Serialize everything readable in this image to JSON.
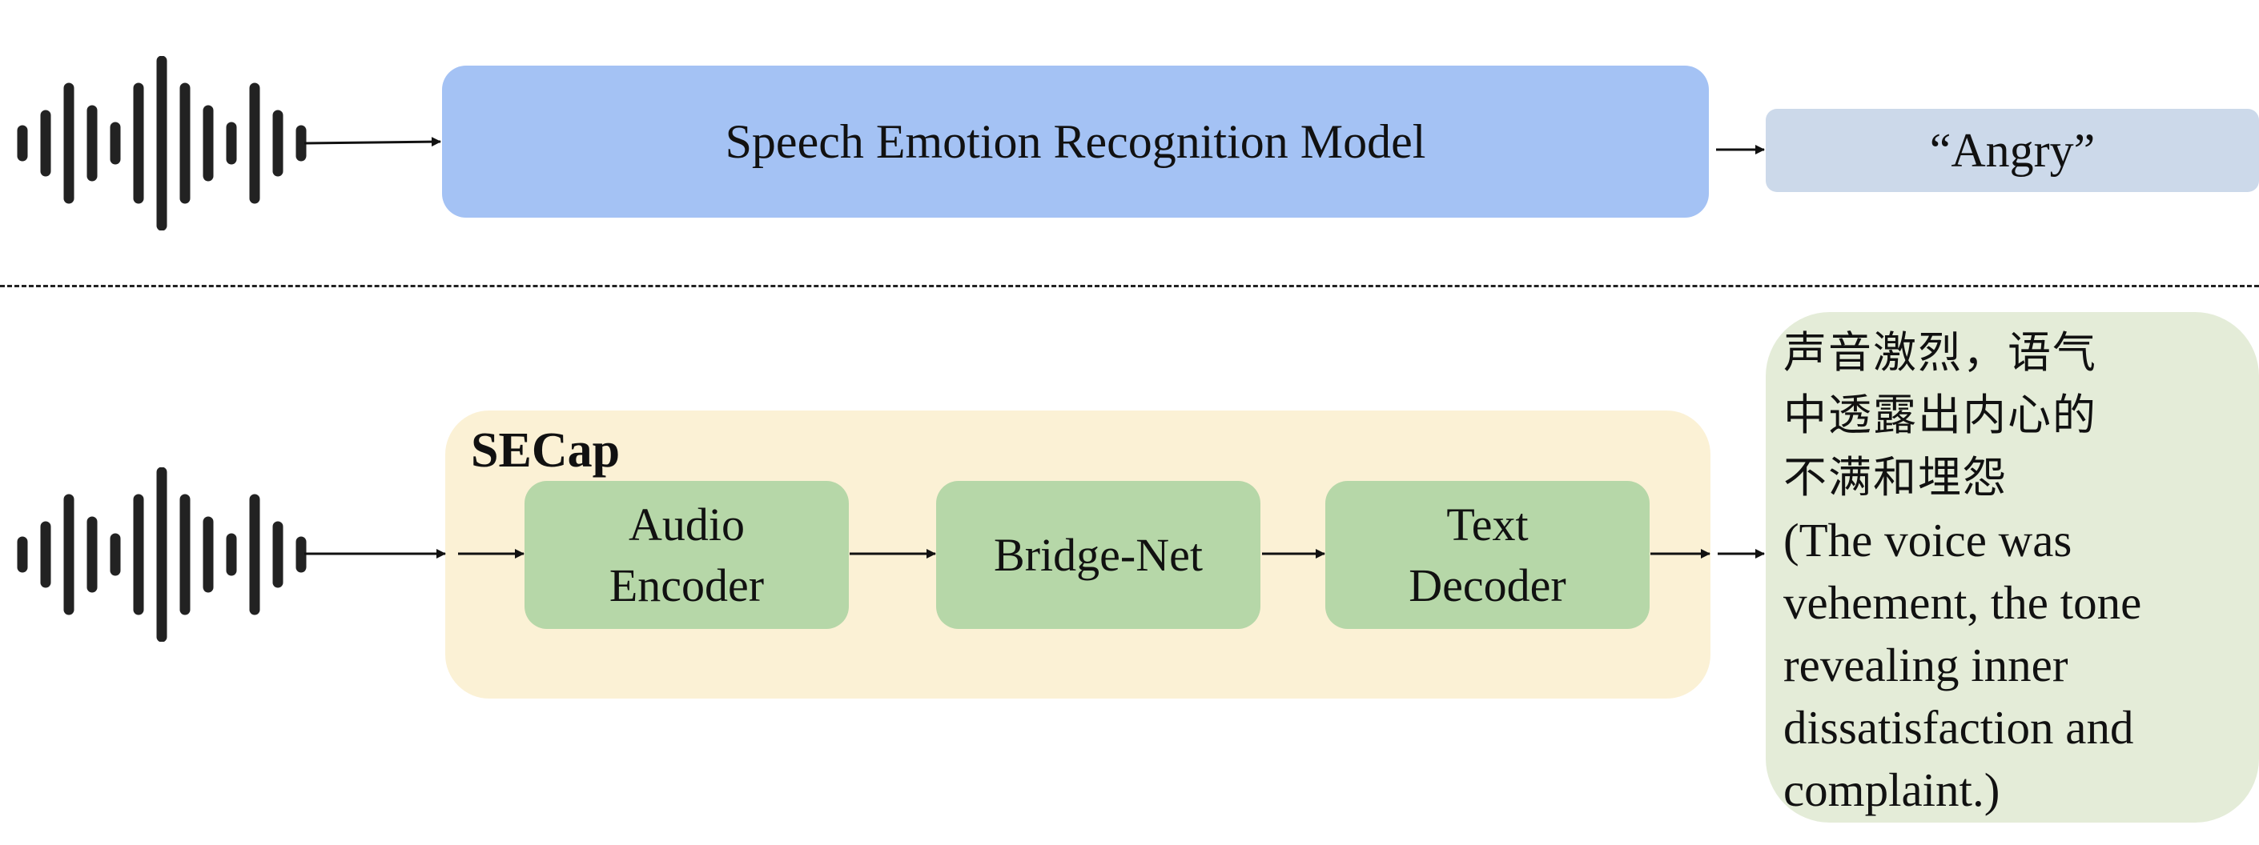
{
  "top_row": {
    "model_label": "Speech Emotion Recognition Model",
    "output_label": "“Angry”"
  },
  "bottom_row": {
    "container_label": "SECap",
    "modules": [
      {
        "line1": "Audio",
        "line2": "Encoder"
      },
      {
        "line1": "Bridge-Net",
        "line2": ""
      },
      {
        "line1": "Text",
        "line2": "Decoder"
      }
    ],
    "caption": {
      "chinese_lines": [
        "声音激烈，语气",
        "中透露出内心的",
        "不满和埋怨"
      ],
      "english_lines": [
        "(The voice was",
        "vehement, the tone",
        "revealing inner",
        "dissatisfaction and",
        "complaint.)"
      ]
    }
  },
  "colors": {
    "model_box": "#a4c2f4",
    "output_box": "#ccd9ea",
    "container": "#fbf1d5",
    "module_box": "#b6d7a8",
    "caption_box": "#e4ecd8"
  }
}
